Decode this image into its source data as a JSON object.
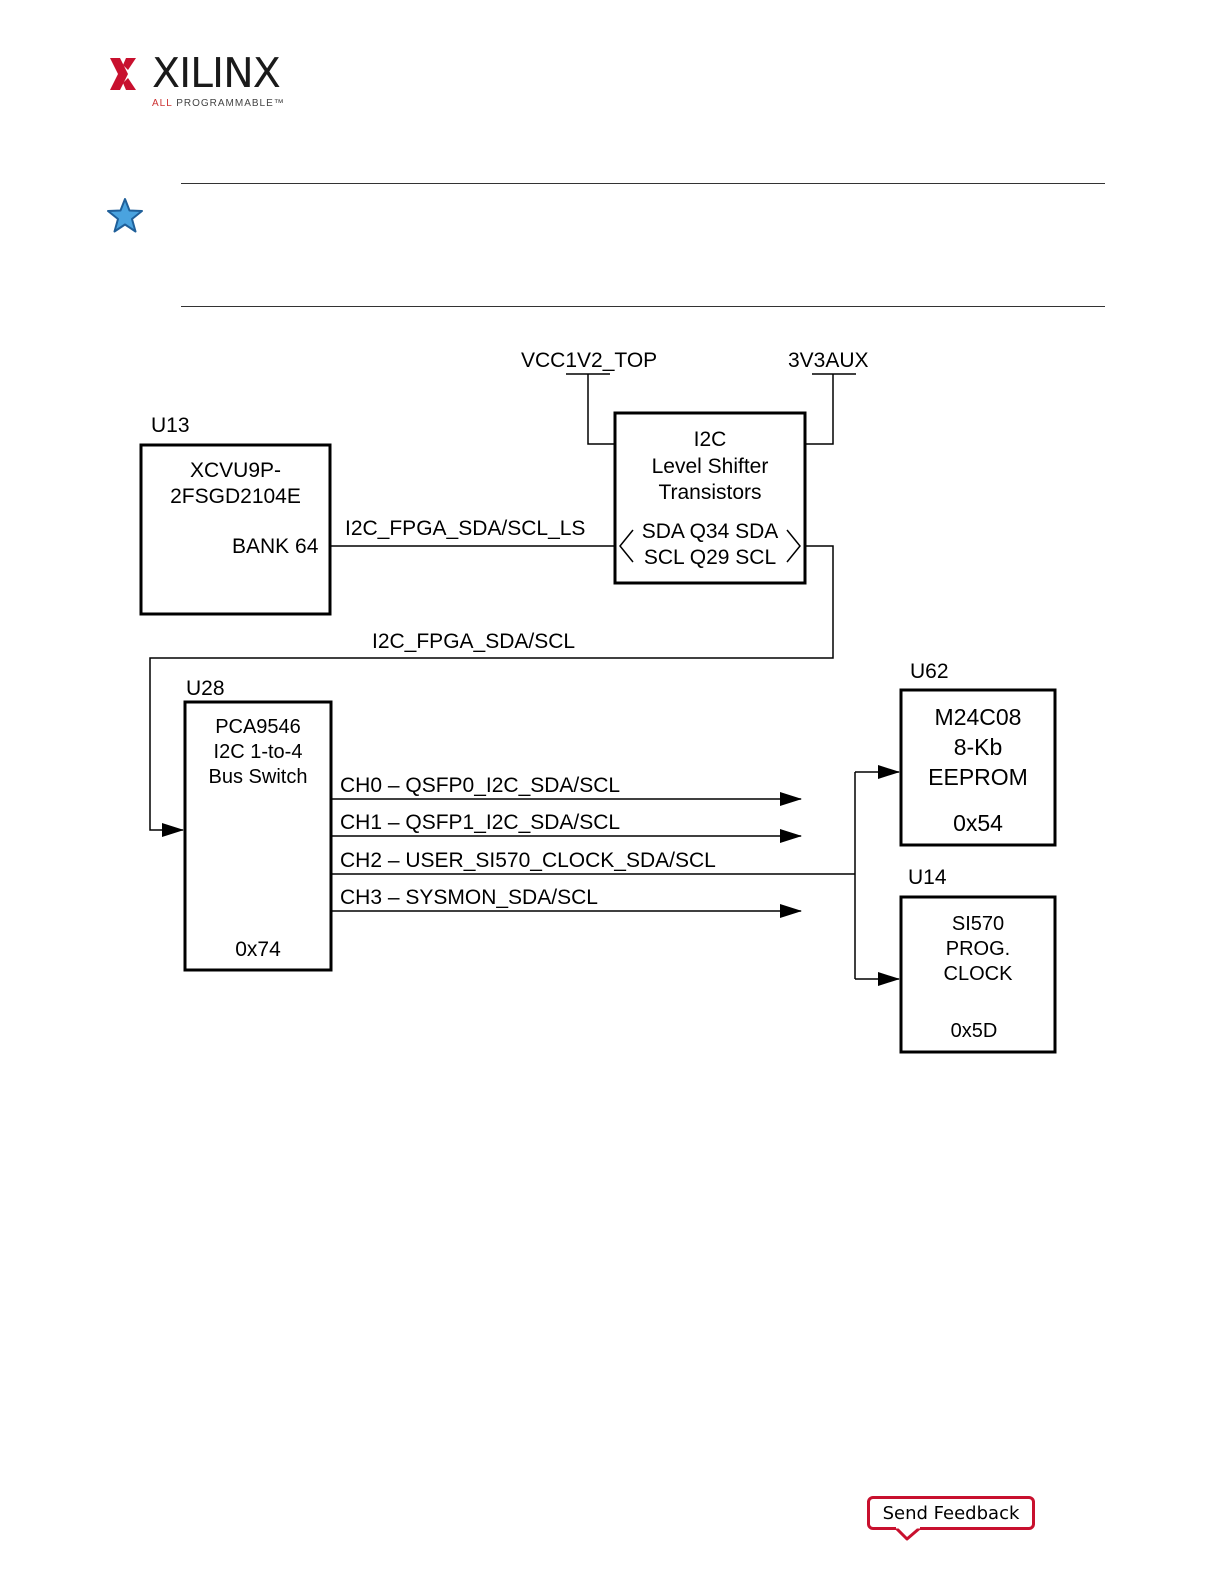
{
  "header": {
    "logo_word": "XILINX",
    "logo_tag_all": "ALL",
    "logo_tag_rest": " PROGRAMMABLE",
    "logo_tag_tm": "™"
  },
  "note": {
    "icon": "star-icon"
  },
  "diagram": {
    "power": {
      "vcc": "VCC1V2_TOP",
      "aux": "3V3AUX"
    },
    "u13": {
      "ref": "U13",
      "line1": "XCVU9P-",
      "line2": "2FSGD2104E",
      "bank": "BANK 64"
    },
    "shifter": {
      "line1": "I2C",
      "line2": "Level Shifter",
      "line3": "Transistors",
      "line4": "SDA Q34 SDA",
      "line5": "SCL Q29 SCL"
    },
    "nets": {
      "ls": "I2C_FPGA_SDA/SCL_LS",
      "main": "I2C_FPGA_SDA/SCL"
    },
    "u28": {
      "ref": "U28",
      "line1": "PCA9546",
      "line2": "I2C 1-to-4",
      "line3": "Bus Switch",
      "addr": "0x74"
    },
    "channels": [
      "CH0 – QSFP0_I2C_SDA/SCL",
      "CH1 – QSFP1_I2C_SDA/SCL",
      "CH2 – USER_SI570_CLOCK_SDA/SCL",
      "CH3 – SYSMON_SDA/SCL"
    ],
    "u62": {
      "ref": "U62",
      "line1": "M24C08",
      "line2": "8-Kb",
      "line3": "EEPROM",
      "addr": "0x54"
    },
    "u14": {
      "ref": "U14",
      "line1": "SI570",
      "line2": "PROG.",
      "line3": "CLOCK",
      "addr": "0x5D"
    }
  },
  "footer": {
    "feedback_label": "Send Feedback"
  },
  "colors": {
    "brand_red": "#c8102e",
    "icon_blue": "#4aa3df"
  }
}
